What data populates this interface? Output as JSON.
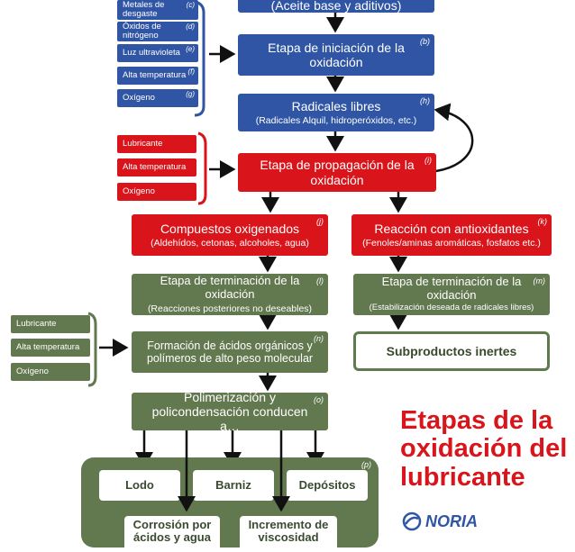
{
  "blue_inputs": [
    {
      "label": "Metales de desgaste",
      "letter": "(c)"
    },
    {
      "label": "Óxidos de nitrógeno",
      "letter": "(d)"
    },
    {
      "label": "Luz ultravioleta",
      "letter": "(e)"
    },
    {
      "label": "Alta temperatura",
      "letter": "(f)"
    },
    {
      "label": "Oxígeno",
      "letter": "(g)"
    }
  ],
  "red_inputs": [
    {
      "label": "Lubricante"
    },
    {
      "label": "Alta temperatura"
    },
    {
      "label": "Oxígeno"
    }
  ],
  "green_inputs": [
    {
      "label": "Lubricante"
    },
    {
      "label": "Alta temperatura"
    },
    {
      "label": "Oxígeno"
    }
  ],
  "boxes": {
    "top": {
      "text": "(Aceite base y aditivos)"
    },
    "initiation": {
      "title": "Etapa de iniciación de la oxidación",
      "letter": "(b)"
    },
    "radicals": {
      "title": "Radicales libres",
      "sub": "(Radicales Alquil, hidroperóxidos, etc.)",
      "letter": "(h)"
    },
    "propagation": {
      "title": "Etapa de propagación de la oxidación",
      "letter": "(i)"
    },
    "oxygenated": {
      "title": "Compuestos oxigenados",
      "sub": "(Aldehídos, cetonas, alcoholes, agua)",
      "letter": "(j)"
    },
    "antioxidants": {
      "title": "Reacción con antioxidantes",
      "sub": "(Fenoles/aminas aromáticas, fosfatos etc.)",
      "letter": "(k)"
    },
    "termination_l": {
      "title": "Etapa de terminación de la oxidación",
      "sub": "(Reacciones posteriores no deseables)",
      "letter": "(l)"
    },
    "termination_m": {
      "title": "Etapa de terminación de la oxidación",
      "sub": "(Estabilización deseada de radicales libres)",
      "letter": "(m)"
    },
    "formation": {
      "title": "Formación de ácidos orgánicos y polímeros de alto peso molecular",
      "letter": "(n)"
    },
    "inert": {
      "title": "Subproductos inertes"
    },
    "polymerization": {
      "title": "Polimerización y policondensación conducen a…",
      "letter": "(o)"
    },
    "products_letter": "(p)",
    "products": [
      "Lodo",
      "Barniz",
      "Depósitos",
      "Corrosión por ácidos y agua",
      "Incremento de viscosidad"
    ]
  },
  "title": "Etapas de la oxidación del lubricante",
  "logo": "NORIA",
  "colors": {
    "blue": "#2f55a4",
    "red": "#d9141b",
    "green": "#62784f"
  }
}
